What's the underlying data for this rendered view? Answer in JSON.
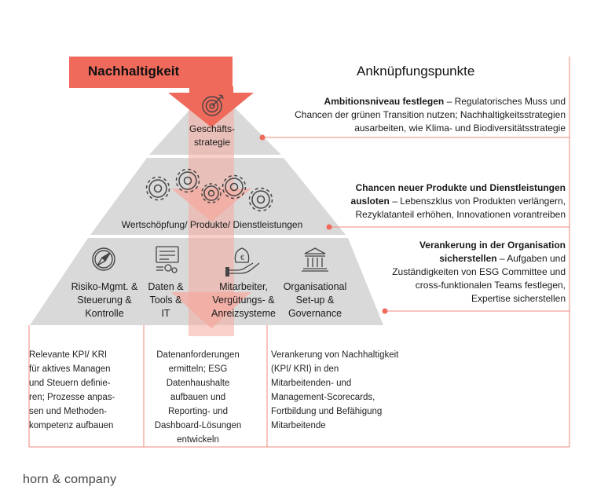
{
  "title_main": "Nachhaltigkeit",
  "title_side": "Anknüpfungspunkte",
  "pyramid": {
    "top": {
      "line1": "Geschäfts-",
      "line2": "strategie",
      "icon": "target-icon"
    },
    "middle": {
      "label": "Wertschöpfung/ Produkte/ Dienstleistungen",
      "icon": "gears-icon"
    },
    "bottom": [
      {
        "line1": "Risiko-Mgmt. &",
        "line2": "Steuerung &",
        "line3": "Kontrolle",
        "icon": "compass-icon"
      },
      {
        "line1": "Daten &",
        "line2": "Tools &",
        "line3": "IT",
        "icon": "data-tools-icon"
      },
      {
        "line1": "Mitarbeiter,",
        "line2": "Vergütungs- &",
        "line3": "Anreizsysteme",
        "icon": "hand-money-icon"
      },
      {
        "line1": "Organisational",
        "line2": "Set-up &",
        "line3": "Governance",
        "icon": "institution-icon"
      }
    ]
  },
  "anknuepfung": [
    {
      "bold": "Ambitionsniveau festlegen",
      "dash": " – Regulatorisches Muss und",
      "line2": "Chancen der grünen Transition nutzen; Nachhaltigkeitsstrategien",
      "line3": "ausarbeiten, wie Klima- und Biodiversitätsstrategie"
    },
    {
      "bold1": "Chancen neuer Produkte und Dienstleistungen",
      "bold2": "ausloten",
      "dash": " – Lebenszklus von Produkten verlängern,",
      "line3": "Rezyklatanteil erhöhen, Innovationen vorantreiben"
    },
    {
      "bold1": "Verankerung in der Organisation",
      "bold2": "sicherstellen",
      "dash": " – Aufgaben und",
      "line3": "Zuständigkeiten von ESG Committee und",
      "line4": "cross-funktionalen Teams festlegen,",
      "line5": "Expertise sicherstellen"
    }
  ],
  "notes": [
    {
      "lines": [
        "Relevante KPI/ KRI",
        "für aktives Managen",
        "und Steuern definie-",
        "ren; Prozesse anpas-",
        "sen und  Methoden-",
        "kompetenz aufbauen"
      ]
    },
    {
      "lines": [
        "Datenanforderungen",
        "ermitteln; ESG",
        "Datenhaushalte",
        "aufbauen und",
        "Reporting- und",
        "Dashboard-Lösungen",
        "entwickeln"
      ]
    },
    {
      "lines": [
        "Verankerung von Nachhaltigkeit",
        "(KPI/ KRI) in den",
        "Mitarbeitenden- und",
        "Management-Scorecards,",
        "Fortbildung und Befähigung",
        "Mitarbeitende"
      ]
    }
  ],
  "logo": "horn & company",
  "colors": {
    "accent": "#ef6a5b",
    "accent_light": "#f4a99f",
    "pyramid_grey": "#d9d9d9",
    "line": "#f08a7e"
  }
}
